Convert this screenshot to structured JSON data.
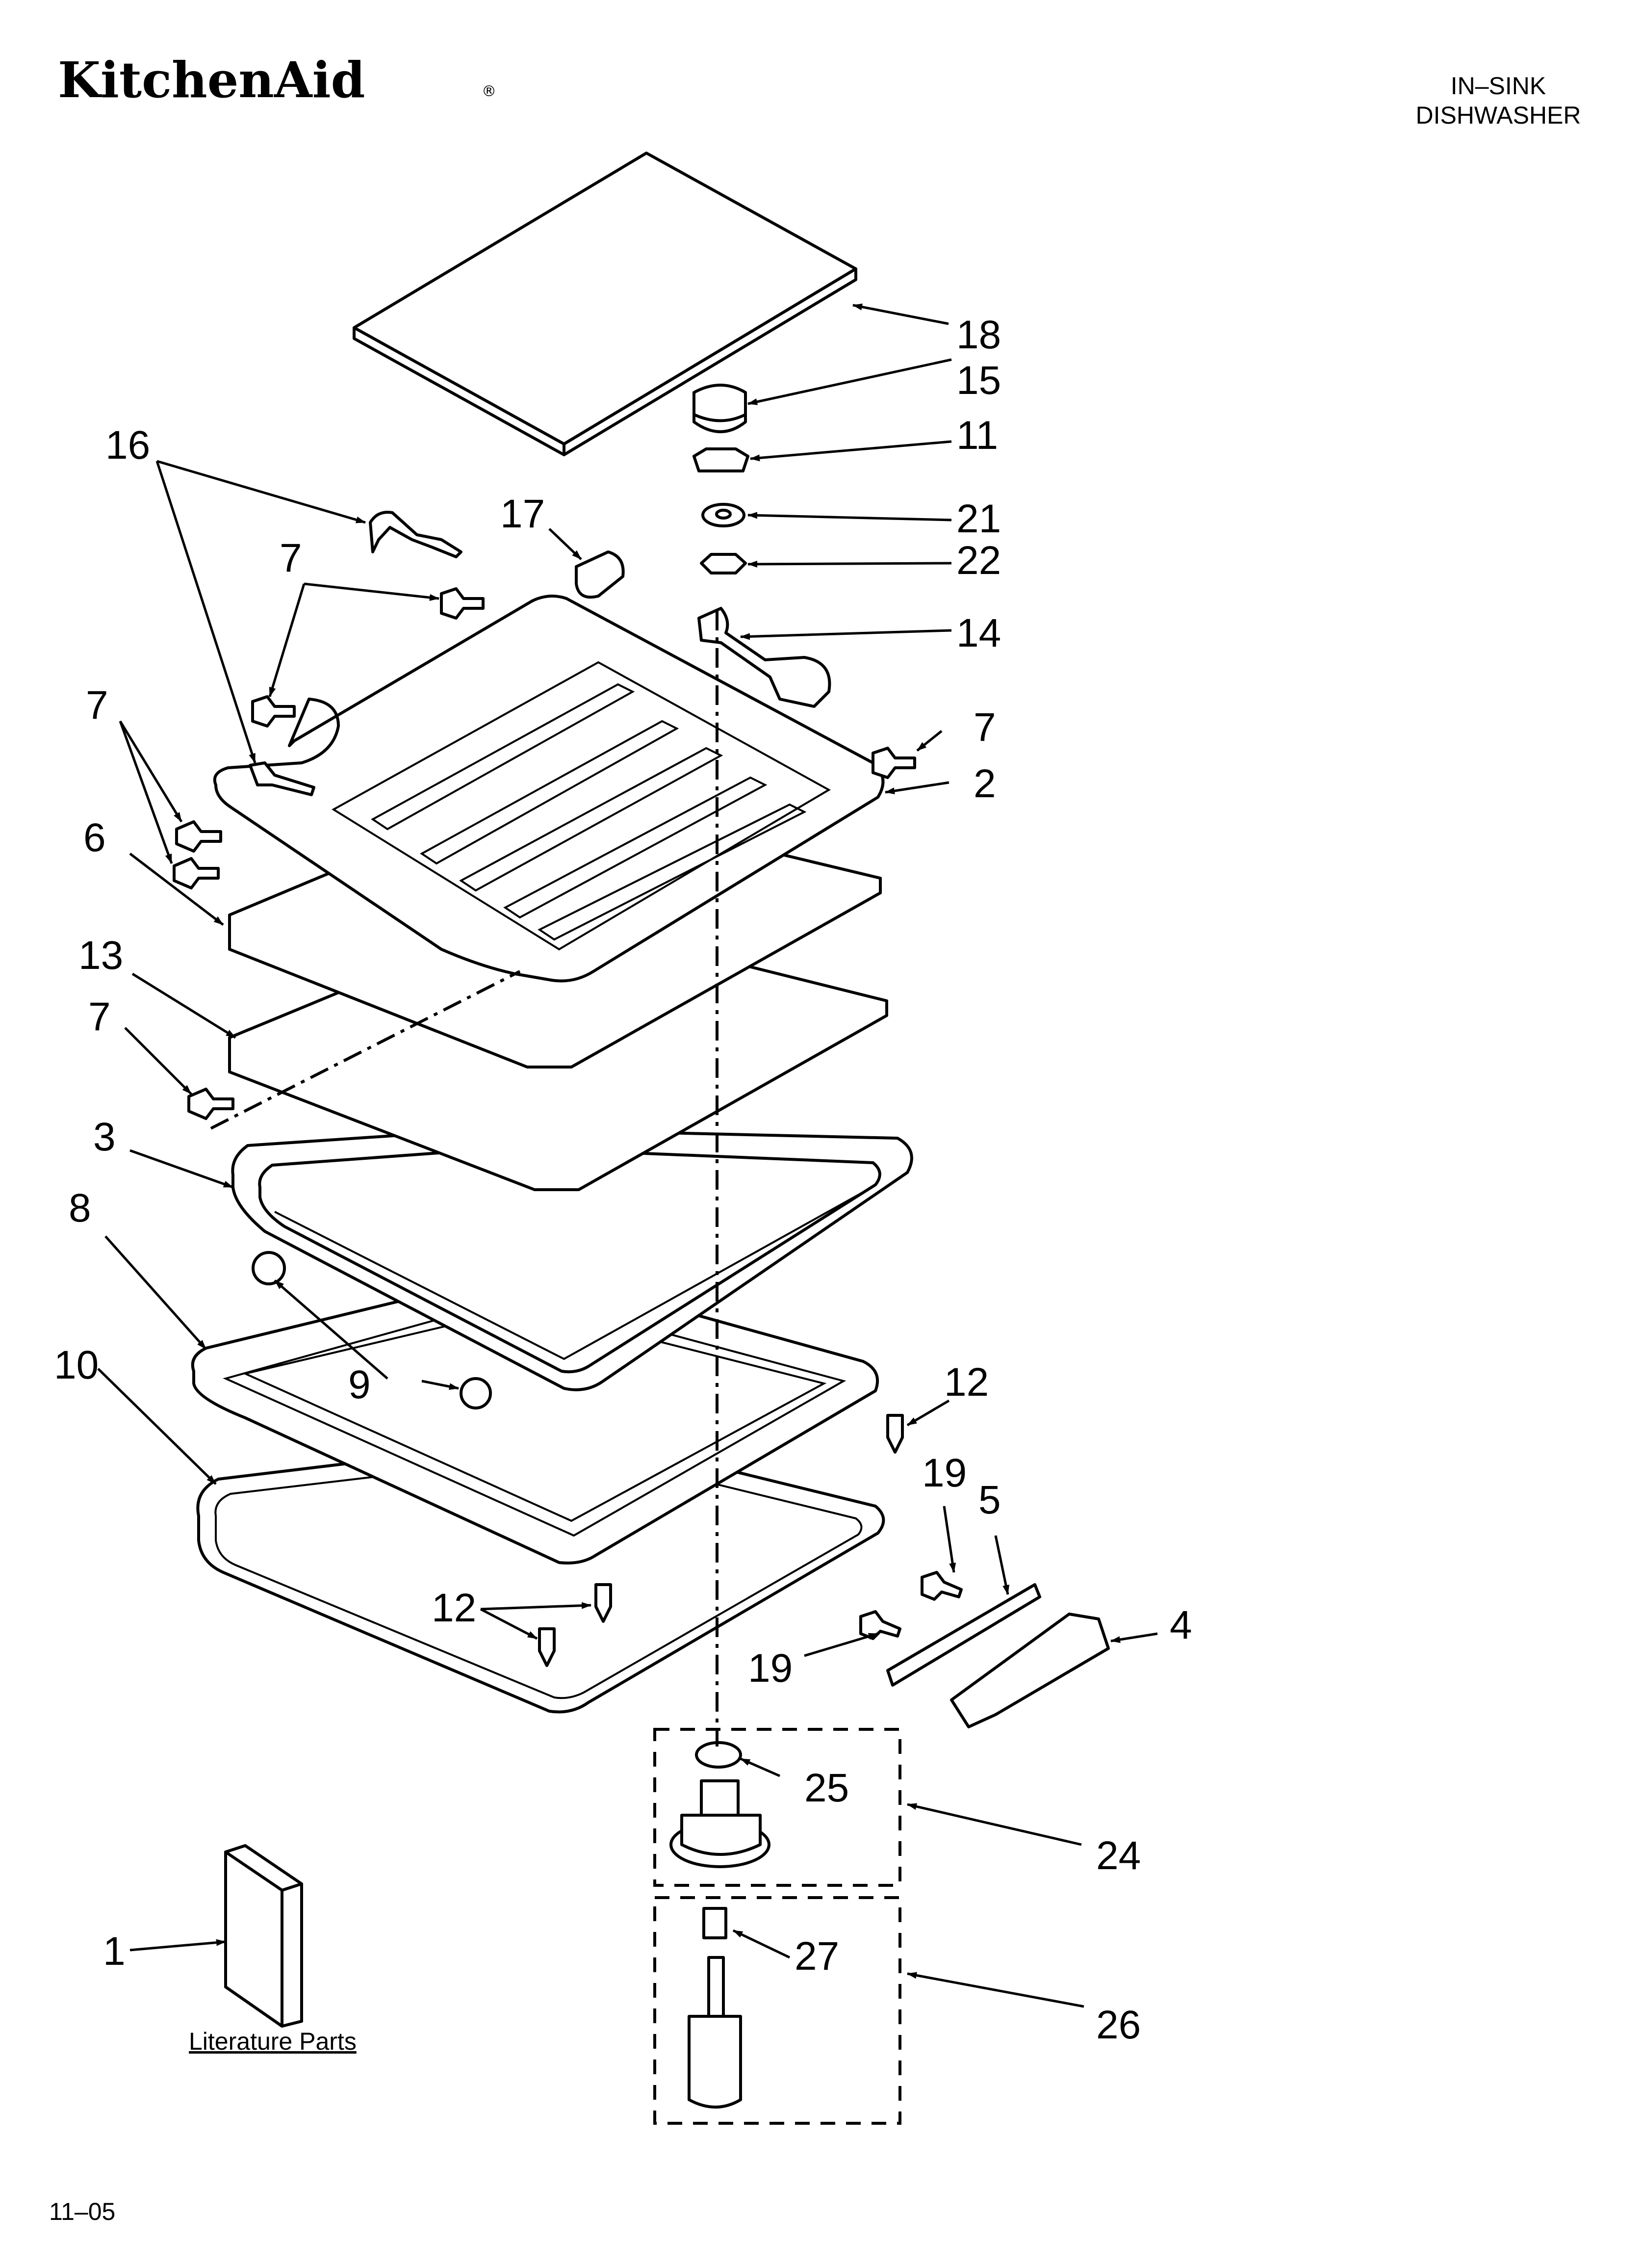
{
  "header": {
    "brand": "KitchenAid",
    "brand_mark": "®",
    "product_line1": "IN–SINK",
    "product_line2": "DISHWASHER"
  },
  "callouts": {
    "c1": "1",
    "c2": "2",
    "c3": "3",
    "c4": "4",
    "c5": "5",
    "c6": "6",
    "c7a": "7",
    "c7b": "7",
    "c7c": "7",
    "c7d": "7",
    "c8": "8",
    "c9": "9",
    "c10": "10",
    "c11": "11",
    "c12a": "12",
    "c12b": "12",
    "c13": "13",
    "c14": "14",
    "c15": "15",
    "c16": "16",
    "c17": "17",
    "c18": "18",
    "c19a": "19",
    "c19b": "19",
    "c21": "21",
    "c22": "22",
    "c24": "24",
    "c25": "25",
    "c26": "26",
    "c27": "27"
  },
  "literature_label": "Literature Parts",
  "footer": {
    "date_code": "11–05"
  }
}
